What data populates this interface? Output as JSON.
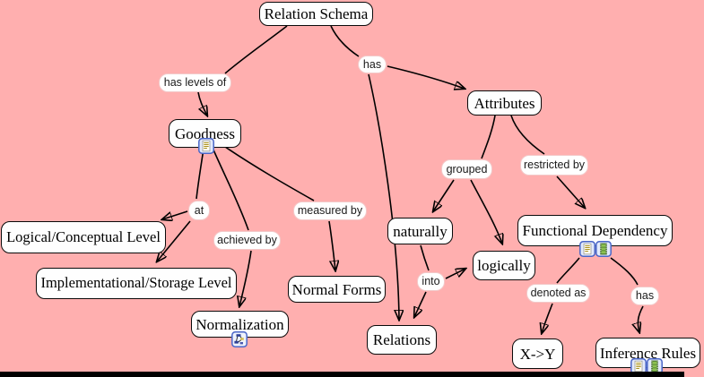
{
  "canvas": {
    "background_color": "#ffafaf",
    "edge_color": "#000000",
    "bottom_bar_color": "#000000"
  },
  "concepts": {
    "relation_schema": "Relation Schema",
    "goodness": "Goodness",
    "attributes": "Attributes",
    "logical_conceptual_level": "Logical/Conceptual Level",
    "implementational_storage_level": "Implementational/Storage Level",
    "normal_forms": "Normal Forms",
    "normalization": "Normalization",
    "naturally": "naturally",
    "logically": "logically",
    "relations": "Relations",
    "functional_dependency": "Functional Dependency",
    "x_to_y": "X->Y",
    "inference_rules": "Inference Rules"
  },
  "linking_phrases": {
    "has_levels_of": "has levels of",
    "has_top": "has",
    "grouped": "grouped",
    "restricted_by": "restricted by",
    "at": "at",
    "measured_by": "measured by",
    "achieved_by": "achieved by",
    "into": "into",
    "denoted_as": "denoted as",
    "has_fd": "has"
  },
  "icons": {
    "note": "note-icon",
    "video": "video-icon",
    "concept_map": "cmap-icon"
  }
}
